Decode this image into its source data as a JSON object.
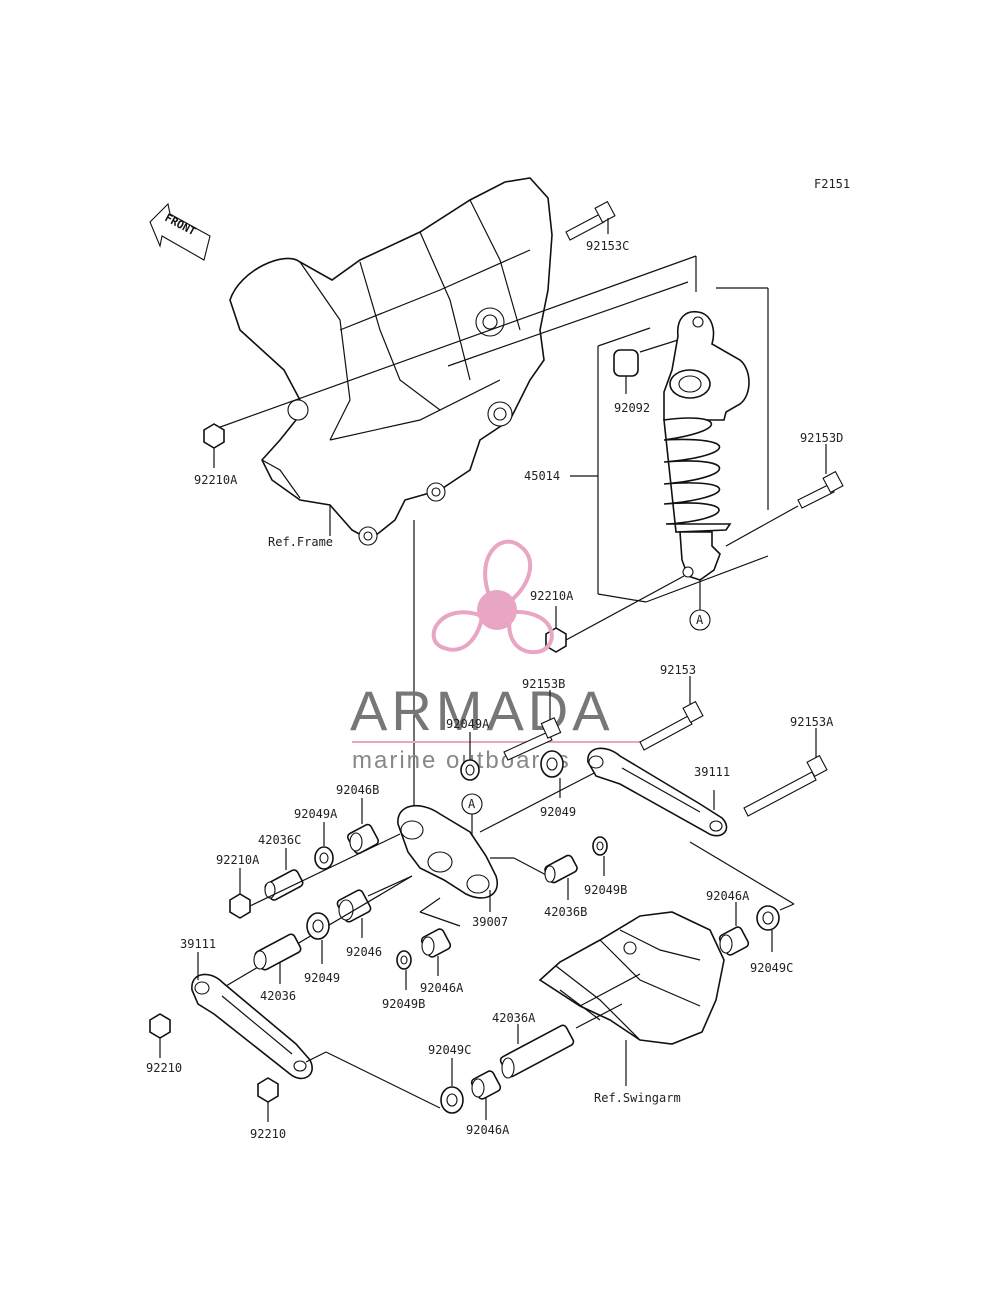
{
  "figure_code": "F2151",
  "front_arrow_label": "FRONT",
  "refs": {
    "frame": "Ref.Frame",
    "swingarm": "Ref.Swingarm"
  },
  "callout_marker": "A",
  "watermark": {
    "brand": "ARMADA",
    "tagline": "marine outboards",
    "color": "#e8a5c4",
    "text_color": "#777777"
  },
  "parts": {
    "p92153C": "92153C",
    "p92092": "92092",
    "p92153D": "92153D",
    "p45014": "45014",
    "p92210A_top": "92210A",
    "p92210A_mid": "92210A",
    "p92153B": "92153B",
    "p92153": "92153",
    "p92049A_top": "92049A",
    "p92153A": "92153A",
    "p92046B": "92046B",
    "p92049A_left": "92049A",
    "p39111_right": "39111",
    "p42036C": "42036C",
    "p92049_mid": "92049",
    "p92210A_left": "92210A",
    "p92049B_right": "92049B",
    "p42036B": "42036B",
    "p39007": "39007",
    "p92046": "92046",
    "p92046A_right": "92046A",
    "p39111_left": "39111",
    "p92049_left": "92049",
    "p42036": "42036",
    "p92049B_low": "92049B",
    "p92046A_mid": "92046A",
    "p92049C_right": "92049C",
    "p42036A": "42036A",
    "p92210_left": "92210",
    "p92049C_low": "92049C",
    "p92210_low": "92210",
    "p92046A_low": "92046A"
  }
}
